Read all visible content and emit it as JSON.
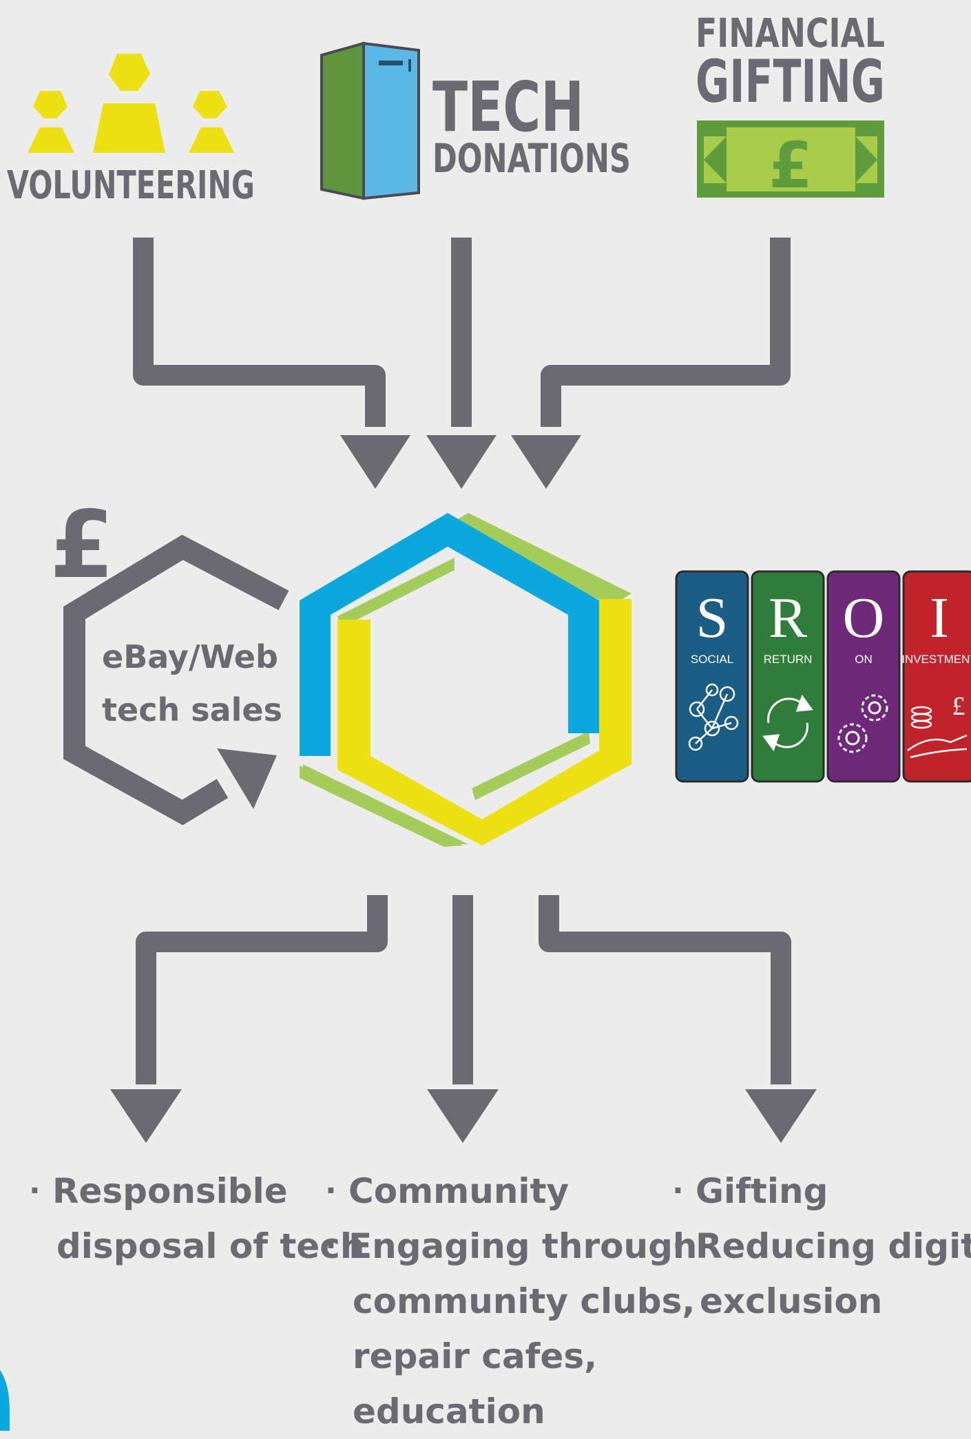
{
  "inputs": {
    "volunteering": "VOLUNTEERING",
    "tech_line1": "TECH",
    "tech_line2": "DONATIONS",
    "fin_line1": "FINANCIAL",
    "fin_line2": "GIFTING",
    "pound_symbol": "£"
  },
  "cycle": {
    "pound_symbol": "£",
    "line1": "eBay/Web",
    "line2": "tech sales"
  },
  "sroi": {
    "letters": [
      "S",
      "R",
      "O",
      "I"
    ],
    "words": [
      "SOCIAL",
      "RETURN",
      "ON",
      "INVESTMENT"
    ],
    "colors": [
      "#1b5d85",
      "#2f7d3a",
      "#6e2a78",
      "#c1232b"
    ]
  },
  "outcomes": {
    "col1": [
      "Responsible",
      "disposal of tech"
    ],
    "col2": [
      "Community",
      "Engaging through",
      "community clubs,",
      "repair cafes,",
      "education"
    ],
    "col3": [
      "Gifting",
      "Reducing digital",
      "exclusion"
    ]
  },
  "colors": {
    "arrow_gray": "#6b6a72",
    "yellow": "#ece012",
    "blue": "#0ba8e0",
    "lime": "#a4cc5a",
    "money_green": "#a8cb4a"
  }
}
